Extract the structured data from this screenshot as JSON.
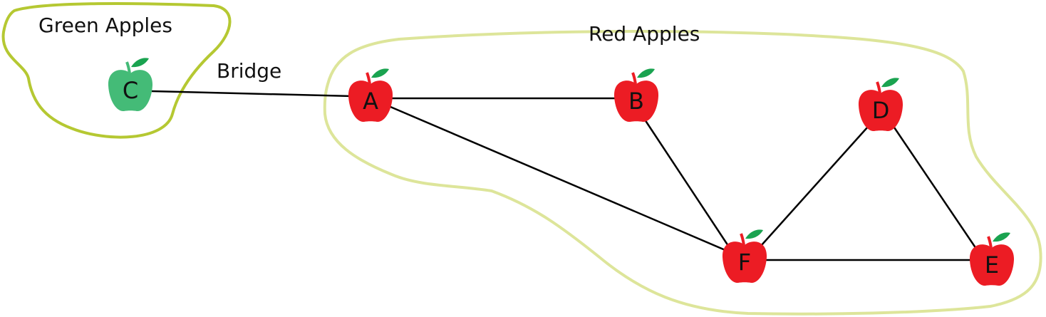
{
  "groups": {
    "green": {
      "label": "Green Apples",
      "outline_color": "#b5c832"
    },
    "red": {
      "label": "Red Apples",
      "outline_color": "#dde59a"
    }
  },
  "bridge_label": "Bridge",
  "colors": {
    "red_apple": "#ec1c24",
    "green_apple": "#44bb77",
    "leaf": "#1aa350",
    "edge": "#000000"
  },
  "nodes": [
    {
      "id": "C",
      "label": "C",
      "group": "green"
    },
    {
      "id": "A",
      "label": "A",
      "group": "red"
    },
    {
      "id": "B",
      "label": "B",
      "group": "red"
    },
    {
      "id": "D",
      "label": "D",
      "group": "red"
    },
    {
      "id": "F",
      "label": "F",
      "group": "red"
    },
    {
      "id": "E",
      "label": "E",
      "group": "red"
    }
  ],
  "edges": [
    [
      "C",
      "A"
    ],
    [
      "A",
      "B"
    ],
    [
      "A",
      "F"
    ],
    [
      "B",
      "F"
    ],
    [
      "F",
      "D"
    ],
    [
      "D",
      "E"
    ],
    [
      "F",
      "E"
    ]
  ]
}
